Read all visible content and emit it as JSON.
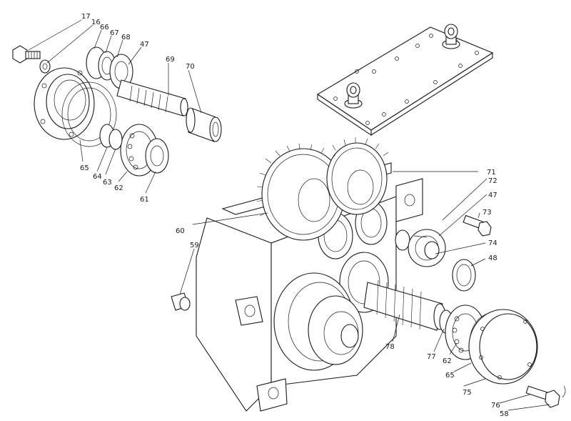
{
  "callouts": [
    {
      "id": "c17",
      "text": "17"
    },
    {
      "id": "c16",
      "text": "16"
    },
    {
      "id": "c66",
      "text": "66"
    },
    {
      "id": "c67",
      "text": "67"
    },
    {
      "id": "c68",
      "text": "68"
    },
    {
      "id": "c47a",
      "text": "47"
    },
    {
      "id": "c69",
      "text": "69"
    },
    {
      "id": "c70",
      "text": "70"
    },
    {
      "id": "c65a",
      "text": "65"
    },
    {
      "id": "c64",
      "text": "64"
    },
    {
      "id": "c63",
      "text": "63"
    },
    {
      "id": "c62a",
      "text": "62"
    },
    {
      "id": "c61",
      "text": "61"
    },
    {
      "id": "c71",
      "text": "71"
    },
    {
      "id": "c72",
      "text": "72"
    },
    {
      "id": "c47b",
      "text": "47"
    },
    {
      "id": "c73",
      "text": "73"
    },
    {
      "id": "c74",
      "text": "74"
    },
    {
      "id": "c48",
      "text": "48"
    },
    {
      "id": "c60",
      "text": "60"
    },
    {
      "id": "c59",
      "text": "59"
    },
    {
      "id": "c78",
      "text": "78"
    },
    {
      "id": "c77",
      "text": "77"
    },
    {
      "id": "c62b",
      "text": "62"
    },
    {
      "id": "c65b",
      "text": "65"
    },
    {
      "id": "c75",
      "text": "75"
    },
    {
      "id": "c76",
      "text": "76"
    },
    {
      "id": "c58",
      "text": "58"
    }
  ]
}
